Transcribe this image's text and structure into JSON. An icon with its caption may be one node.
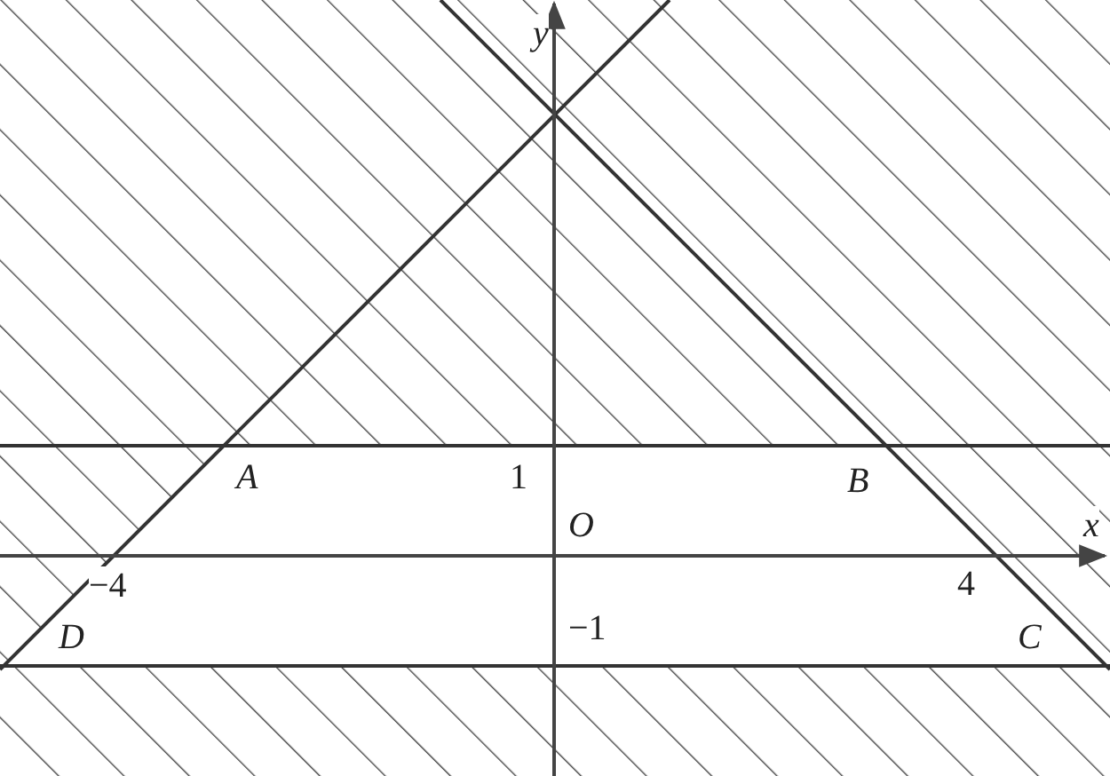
{
  "diagram": {
    "labels": [
      "y",
      "A",
      "1",
      "B",
      "O",
      "x",
      "−4",
      "4",
      "D",
      "−1",
      "C"
    ]
  }
}
